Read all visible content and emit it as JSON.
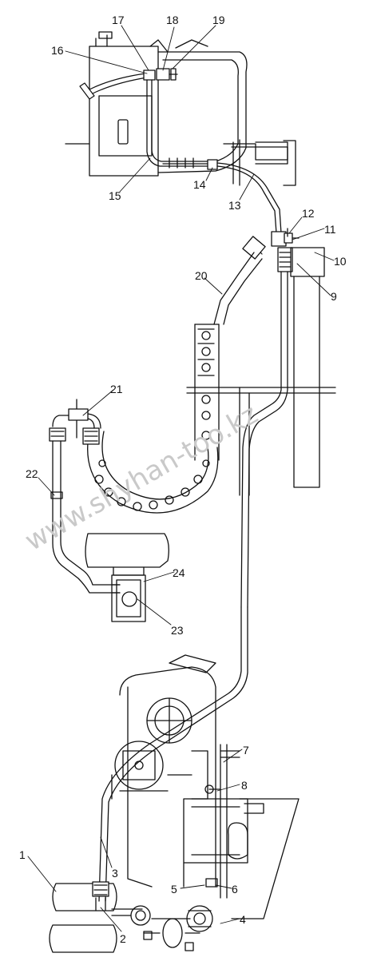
{
  "diagram": {
    "callouts": [
      "1",
      "2",
      "3",
      "4",
      "5",
      "6",
      "7",
      "8",
      "9",
      "10",
      "11",
      "12",
      "13",
      "14",
      "15",
      "16",
      "17",
      "18",
      "19",
      "20",
      "21",
      "22",
      "23",
      "24"
    ]
  },
  "watermark": "www.shyhan-too.kz",
  "colors": {
    "line": "#111111",
    "watermark": "#c9c9c9",
    "background": "#ffffff"
  }
}
